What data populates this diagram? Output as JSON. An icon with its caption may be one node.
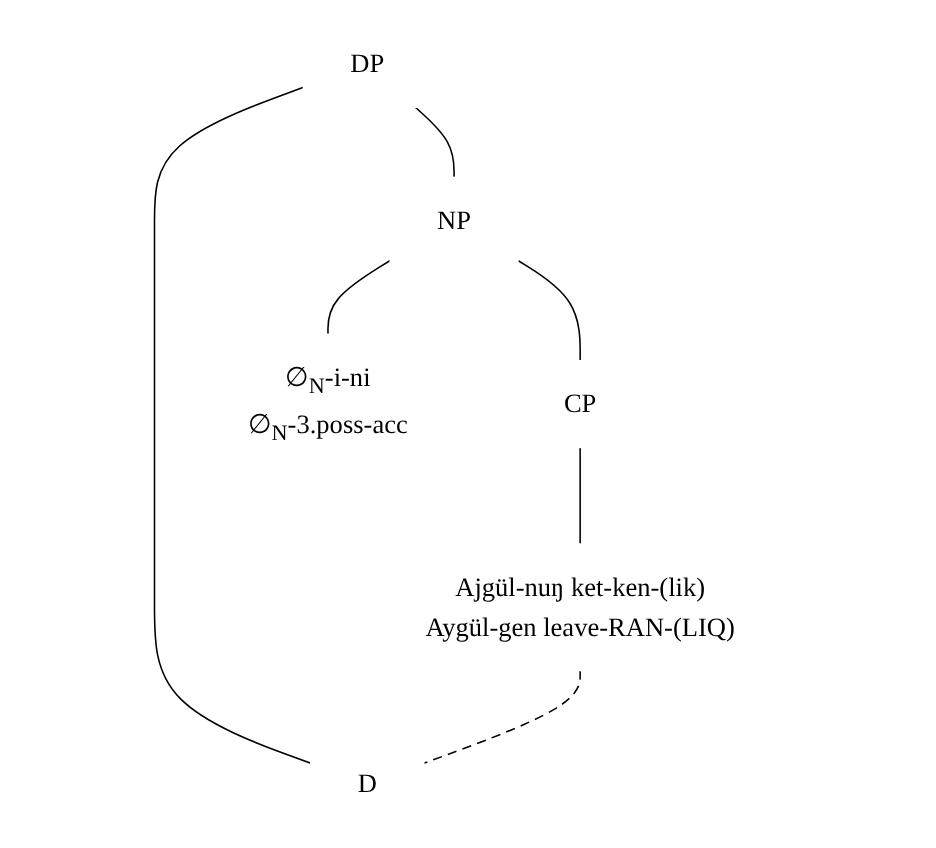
{
  "diagram": {
    "nodes": [
      {
        "text": [
          "DP"
        ]
      },
      {
        "text": [
          "NP"
        ]
      },
      {
        "text": [
          "D"
        ]
      },
      {
        "text": [
          "CP"
        ]
      },
      {
        "text": [
          "∅$_{N}$-i-ni",
          "∅$_{N}$-3.poss-acc"
        ]
      },
      {
        "text": [
          "Ajgül-nuŋ ket-ken-(lik)",
          "Aygül-gen leave-RAN-(LIQ)"
        ]
      }
    ],
    "edges": [
      {
        "from": 0,
        "to": 1,
        "arrow": "none"
      },
      {
        "from": 0,
        "to": 2,
        "arrow": "none"
      },
      {
        "from": 1,
        "to": 3,
        "arrow": "none"
      },
      {
        "from": 1,
        "to": 4,
        "arrow": "none"
      },
      {
        "from": 3,
        "to": 5,
        "arrow": "none"
      },
      {
        "from": 5,
        "to": 2,
        "arrow": "none",
        "style": "dashed"
      }
    ]
  }
}
